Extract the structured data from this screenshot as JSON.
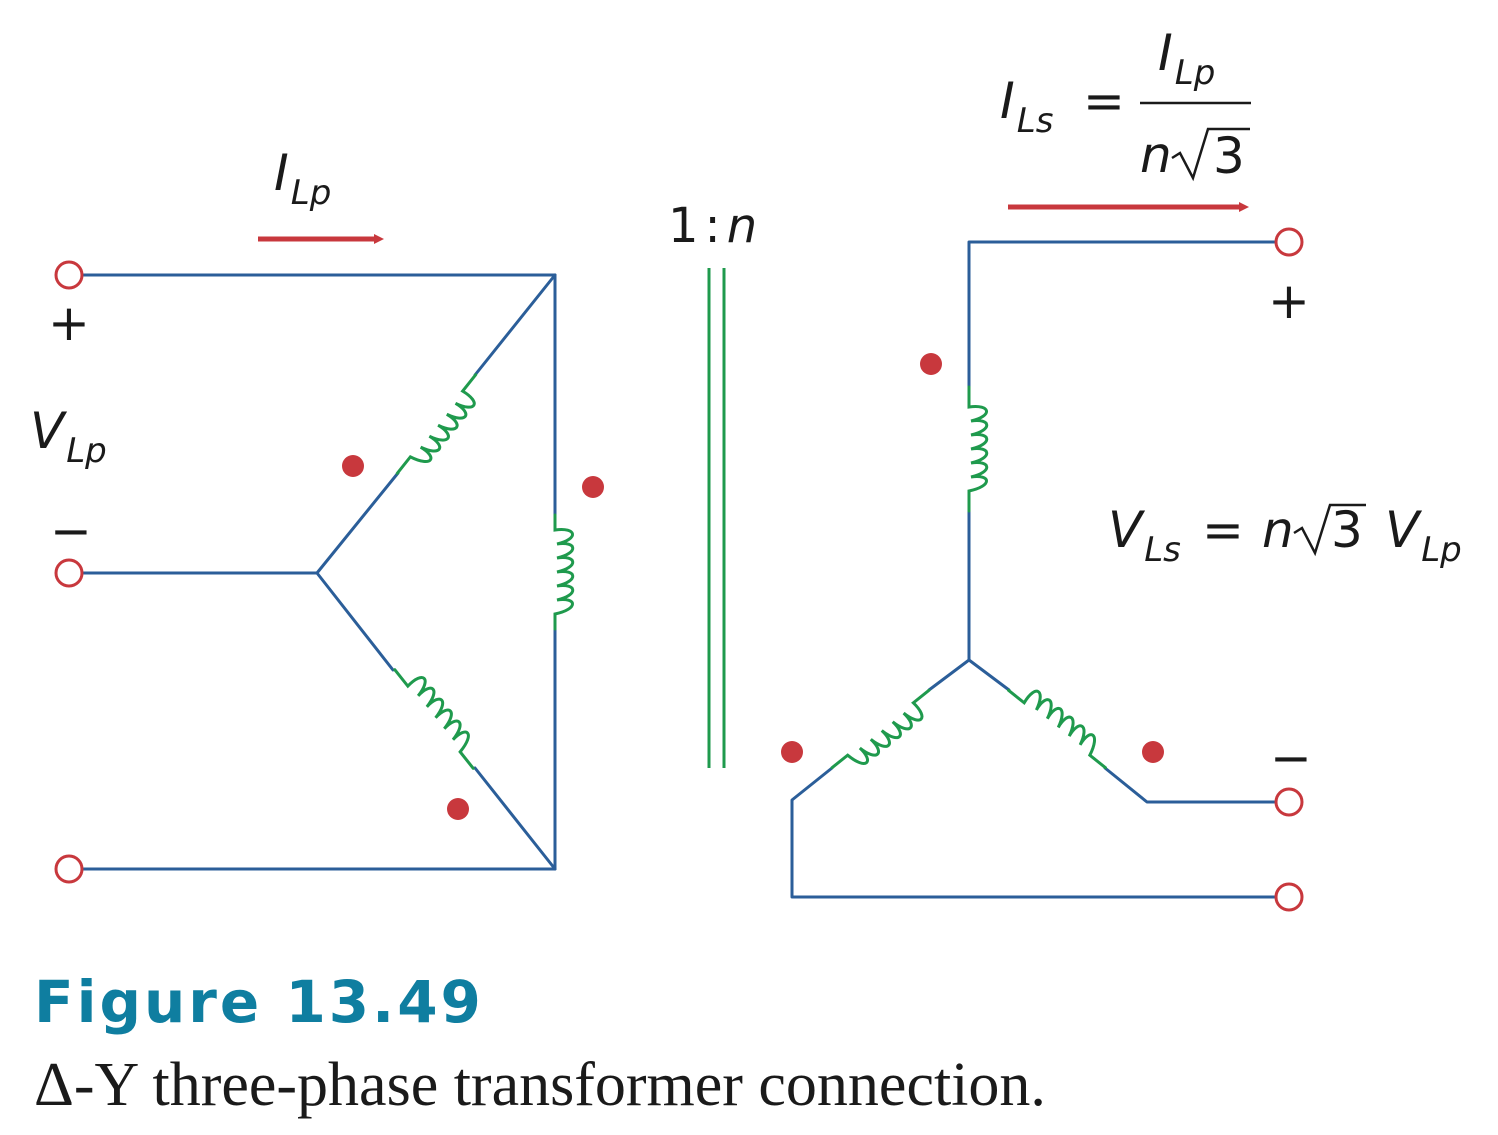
{
  "primary": {
    "voltage": {
      "main": "V",
      "sub": "Lp"
    },
    "current": {
      "main": "I",
      "sub": "Lp"
    },
    "plus": "+",
    "minus": "−"
  },
  "ratio": {
    "left": "1",
    "colon": ":",
    "right": "n"
  },
  "secondary": {
    "current_eq": {
      "lhs_main": "I",
      "lhs_sub": "Ls",
      "eq": "=",
      "num_main": "I",
      "num_sub": "Lp",
      "den_n": "n",
      "den_radicand": "3"
    },
    "voltage_eq": {
      "lhs_main": "V",
      "lhs_sub": "Ls",
      "eq": "=",
      "n": "n",
      "radicand": "3",
      "rhs_main": "V",
      "rhs_sub": "Lp"
    },
    "plus": "+",
    "minus": "−"
  },
  "caption": {
    "title": "Figure 13.49",
    "text": "Δ-Y three-phase transformer connection."
  },
  "colors": {
    "wire": "#2b5e99",
    "coil": "#1f9a4d",
    "arrow": "#c8383d",
    "dot": "#c8383d",
    "caption_title": "#0f7ea0"
  }
}
